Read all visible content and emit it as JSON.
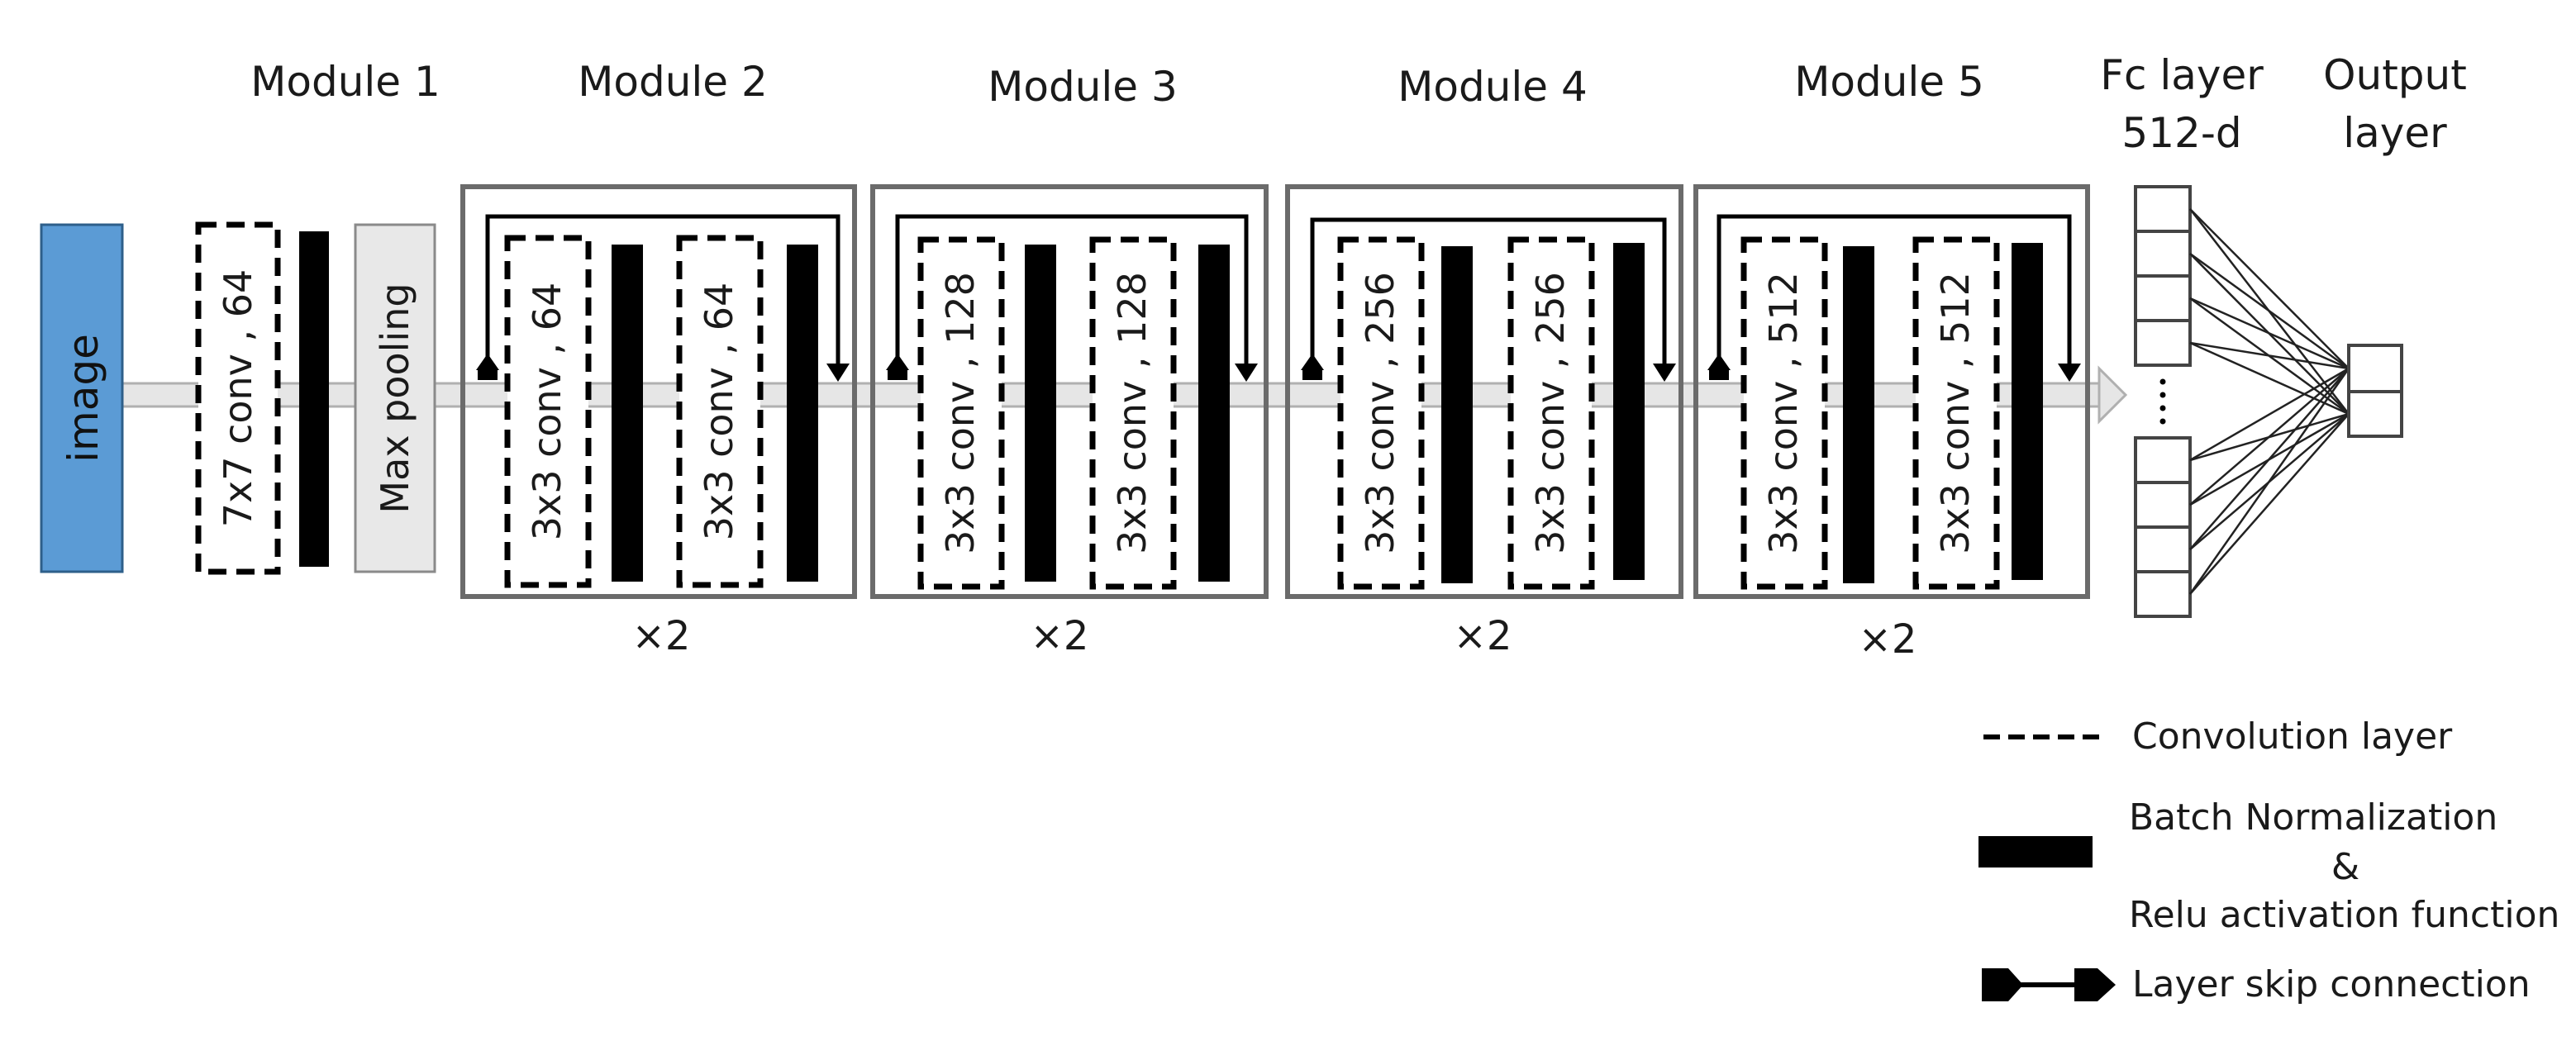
{
  "modules": {
    "m1": "Module 1",
    "m2": "Module 2",
    "m3": "Module 3",
    "m4": "Module 4",
    "m5": "Module 5"
  },
  "fc": {
    "line1": "Fc layer",
    "line2": "512-d"
  },
  "output": {
    "line1": "Output",
    "line2": "layer"
  },
  "input_label": "image",
  "stem_conv": "7x7 conv , 64",
  "pool_label": "Max pooling",
  "block_convs": {
    "b2": "3x3 conv , 64",
    "b3": "3x3 conv , 128",
    "b4": "3x3 conv , 256",
    "b5": "3x3 conv , 512"
  },
  "repeat_label": "×2",
  "legend": {
    "conv": "Convolution layer",
    "bn_line1": "Batch Normalization",
    "bn_line2": "&",
    "bn_line3": "Relu activation function",
    "skip": "Layer skip connection"
  },
  "colors": {
    "image_fill": "#5b9bd5",
    "image_stroke": "#2e5f8a",
    "pool_fill": "#e8e8e8",
    "module_border": "#6b6b6b",
    "bn_fill": "#000000",
    "flow_fill": "#e6e6e6"
  }
}
